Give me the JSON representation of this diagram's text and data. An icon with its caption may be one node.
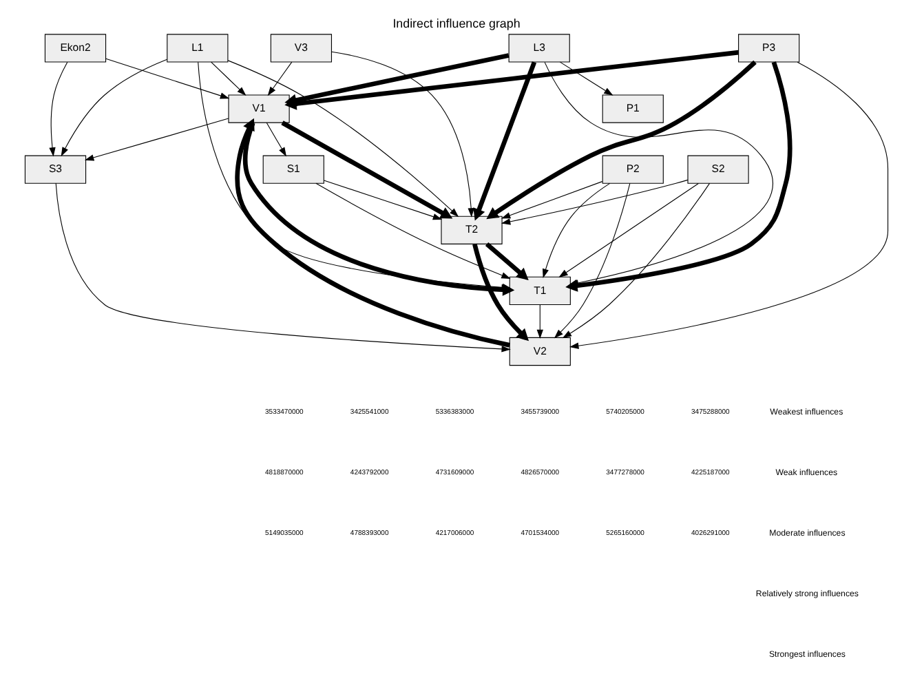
{
  "diagram": {
    "title": "Indirect influence graph",
    "nodes": [
      {
        "text": [
          "V1"
        ]
      },
      {
        "text": [
          "L1"
        ]
      },
      {
        "text": [
          "L3"
        ]
      },
      {
        "text": [
          "V3"
        ]
      },
      {
        "text": [
          "P1"
        ]
      },
      {
        "text": [
          "S1"
        ]
      },
      {
        "text": [
          "T2"
        ]
      },
      {
        "text": [
          "S3"
        ]
      },
      {
        "text": [
          "P2"
        ]
      },
      {
        "text": [
          "T1"
        ]
      },
      {
        "text": [
          "V2"
        ]
      },
      {
        "text": [
          "P3"
        ]
      },
      {
        "text": [
          "Ekon2"
        ]
      },
      {
        "text": [
          "S2"
        ]
      }
    ],
    "edges": [
      {
        "from": 1,
        "to": 0,
        "arrow": "to"
      },
      {
        "from": 2,
        "to": 0,
        "arrow": "to",
        "style": "thick"
      },
      {
        "from": 3,
        "to": 0,
        "arrow": "to"
      },
      {
        "from": 10,
        "to": 0,
        "arrow": "to",
        "style": "thick"
      },
      {
        "from": 11,
        "to": 0,
        "arrow": "to",
        "style": "thick"
      },
      {
        "from": 12,
        "to": 0,
        "arrow": "to"
      },
      {
        "from": 0,
        "to": 5,
        "arrow": "to"
      },
      {
        "from": 0,
        "to": 6,
        "arrow": "to",
        "style": "thick"
      },
      {
        "from": 0,
        "to": 9,
        "arrow": "to",
        "style": "thick"
      },
      {
        "from": 0,
        "to": 7,
        "arrow": "to"
      },
      {
        "from": 1,
        "to": 6,
        "arrow": "to"
      },
      {
        "from": 1,
        "to": 7,
        "arrow": "to"
      },
      {
        "from": 1,
        "to": 9,
        "arrow": "to"
      },
      {
        "from": 2,
        "to": 6,
        "arrow": "to",
        "style": "thick"
      },
      {
        "from": 2,
        "to": 9,
        "arrow": "to"
      },
      {
        "from": 2,
        "to": 4,
        "arrow": "to"
      },
      {
        "from": 3,
        "to": 6,
        "arrow": "to"
      },
      {
        "from": 5,
        "to": 6,
        "arrow": "to"
      },
      {
        "from": 5,
        "to": 9,
        "arrow": "to"
      },
      {
        "from": 8,
        "to": 6,
        "arrow": "to"
      },
      {
        "from": 8,
        "to": 9,
        "arrow": "to"
      },
      {
        "from": 8,
        "to": 10,
        "arrow": "to"
      },
      {
        "from": 6,
        "to": 10,
        "arrow": "to",
        "style": "thick"
      },
      {
        "from": 9,
        "to": 10,
        "arrow": "to"
      },
      {
        "from": 7,
        "to": 10,
        "arrow": "to"
      },
      {
        "from": 6,
        "to": 9,
        "arrow": "to",
        "style": "thick"
      },
      {
        "from": 11,
        "to": 6,
        "arrow": "to",
        "style": "thick"
      },
      {
        "from": 11,
        "to": 9,
        "arrow": "to",
        "style": "thick"
      },
      {
        "from": 11,
        "to": 10,
        "arrow": "to"
      },
      {
        "from": 12,
        "to": 7,
        "arrow": "to"
      },
      {
        "from": 13,
        "to": 9,
        "arrow": "to"
      },
      {
        "from": 13,
        "to": 6,
        "arrow": "to"
      },
      {
        "from": 13,
        "to": 10,
        "arrow": "to"
      }
    ],
    "labels": [
      "3533470000",
      "3425541000",
      "5336383000",
      "3455739000",
      "5740205000",
      "3475288000",
      "4818870000",
      "4243792000",
      "4731609000",
      "4826570000",
      "3477278000",
      "4225187000",
      "5149035000",
      "4788393000",
      "4217006000",
      "4701534000",
      "5265160000",
      "4026291000"
    ],
    "legend": [
      {
        "text": "Weakest influences"
      },
      {
        "text": "Weak influences"
      },
      {
        "text": "Moderate influences"
      },
      {
        "text": "Relatively strong influences"
      },
      {
        "text": "Strongest influences"
      }
    ]
  }
}
